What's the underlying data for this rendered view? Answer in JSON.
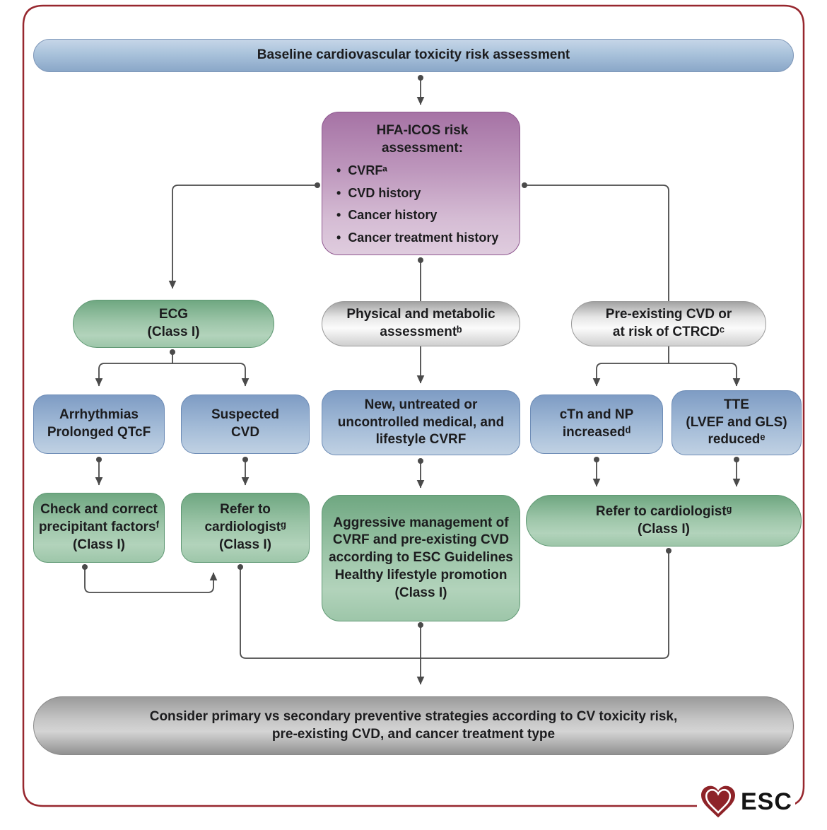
{
  "colors": {
    "frame_border": "#97272e",
    "arrow": "#4a4a4a",
    "blue_node": "#7e9cc4",
    "green_node": "#6fa781",
    "purple_node": "#a673a5",
    "gray_node": "#bdbdbd",
    "heart_logo": "#8e2328"
  },
  "top_pill": {
    "label": "Baseline cardiovascular toxicity risk assessment"
  },
  "hfa_box": {
    "title": "HFA-ICOS risk\nassessment:",
    "bullets": [
      "CVRFᵃ",
      "CVD history",
      "Cancer history",
      "Cancer treatment history"
    ]
  },
  "assessments": {
    "ecg": "ECG\n(Class I)",
    "physical": "Physical and metabolic\nassessmentᵇ",
    "preexisting": "Pre-existing CVD or\nat risk of CTRCDᶜ"
  },
  "findings": {
    "arrhythmias": "Arrhythmias\nProlonged QTcF",
    "suspected_cvd": "Suspected\nCVD",
    "new_cvrf": "New, untreated or\nuncontrolled medical, and\nlifestyle CVRF",
    "ctn_np": "cTn and NP\nincreasedᵈ",
    "tte": "TTE\n(LVEF and GLS)\nreducedᵉ"
  },
  "actions": {
    "check_correct": "Check and correct\nprecipitant factorsᶠ\n(Class I)",
    "refer_cardiologist_1": "Refer to\ncardiologistᵍ\n(Class I)",
    "aggressive_mgmt": "Aggressive management of\nCVRF and pre-existing CVD\naccording to ESC Guidelines\nHealthy lifestyle promotion\n(Class I)",
    "refer_cardiologist_2": "Refer to cardiologistᵍ\n(Class I)"
  },
  "bottom_pill": {
    "label": "Consider primary vs secondary preventive strategies according to CV toxicity risk,\npre-existing CVD, and cancer treatment type"
  },
  "logo": {
    "label": "ESC"
  }
}
